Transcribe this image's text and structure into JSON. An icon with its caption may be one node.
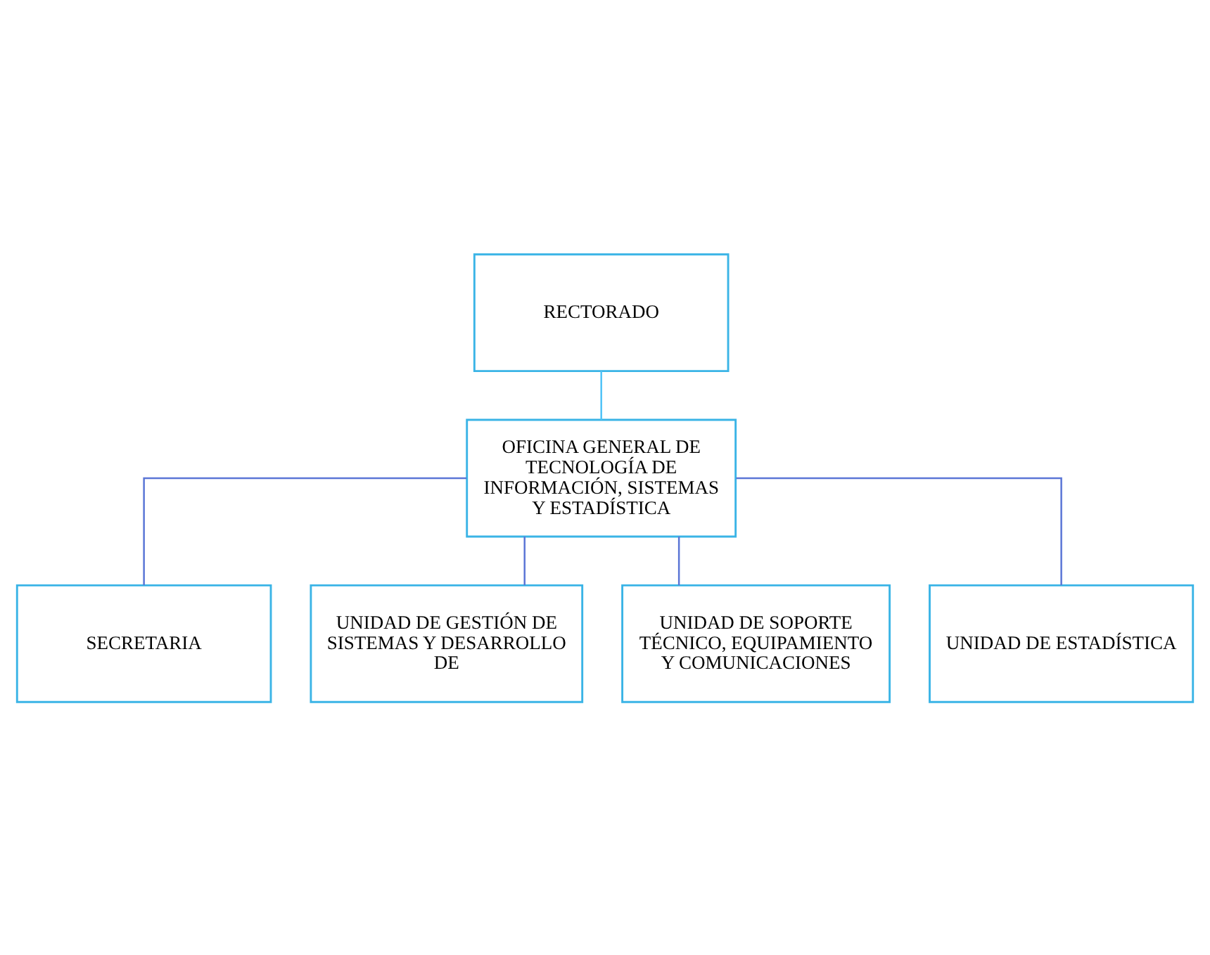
{
  "diagram": {
    "nodes": [
      {
        "text": [
          "RECTORADO"
        ]
      },
      {
        "text": [
          "OFICINA GENERAL DE TECNOLOGÍA DE INFORMACIÓN, SISTEMAS Y ESTADÍSTICA"
        ]
      },
      {
        "text": [
          "SECRETARIA"
        ]
      },
      {
        "text": [
          "UNIDAD DE GESTIÓN DE SISTEMAS Y DESARROLLO DE"
        ]
      },
      {
        "text": [
          "UNIDAD DE SOPORTE TÉCNICO, EQUIPAMIENTO Y COMUNICACIONES"
        ]
      },
      {
        "text": [
          "UNIDAD DE ESTADÍSTICA"
        ]
      }
    ],
    "edges": [
      {
        "from": 0,
        "to": 1,
        "arrow": "none",
        "color": "#4fc3f7"
      },
      {
        "from": 1,
        "to": 2,
        "arrow": "none"
      },
      {
        "from": 1,
        "to": 3,
        "arrow": "none"
      },
      {
        "from": 1,
        "to": 4,
        "arrow": "none"
      },
      {
        "from": 1,
        "to": 5,
        "arrow": "none"
      }
    ]
  }
}
